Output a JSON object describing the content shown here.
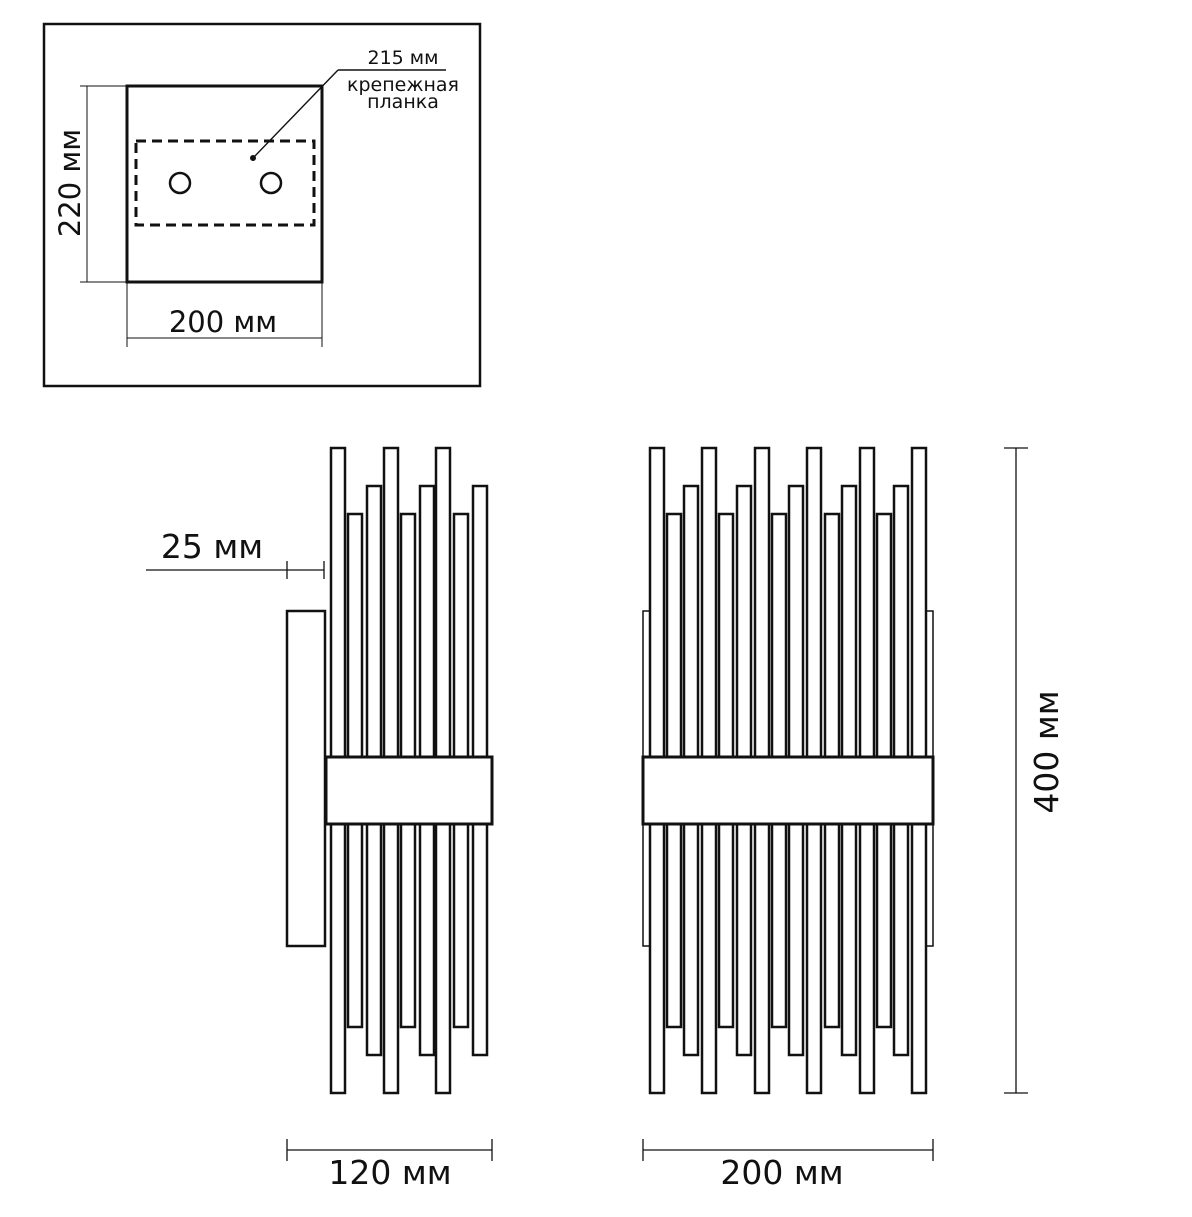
{
  "colors": {
    "line": "#111111",
    "background": "#ffffff"
  },
  "inset": {
    "mounting_plate_width_label": "215 мм",
    "mounting_plate_caption_line1": "крепежная",
    "mounting_plate_caption_line2": "планка",
    "height_label": "220 мм",
    "width_label": "200 мм"
  },
  "side_view": {
    "offset_label": "25 мм",
    "depth_label": "120 мм"
  },
  "front_view": {
    "width_label": "200 мм",
    "height_label": "400 мм"
  }
}
